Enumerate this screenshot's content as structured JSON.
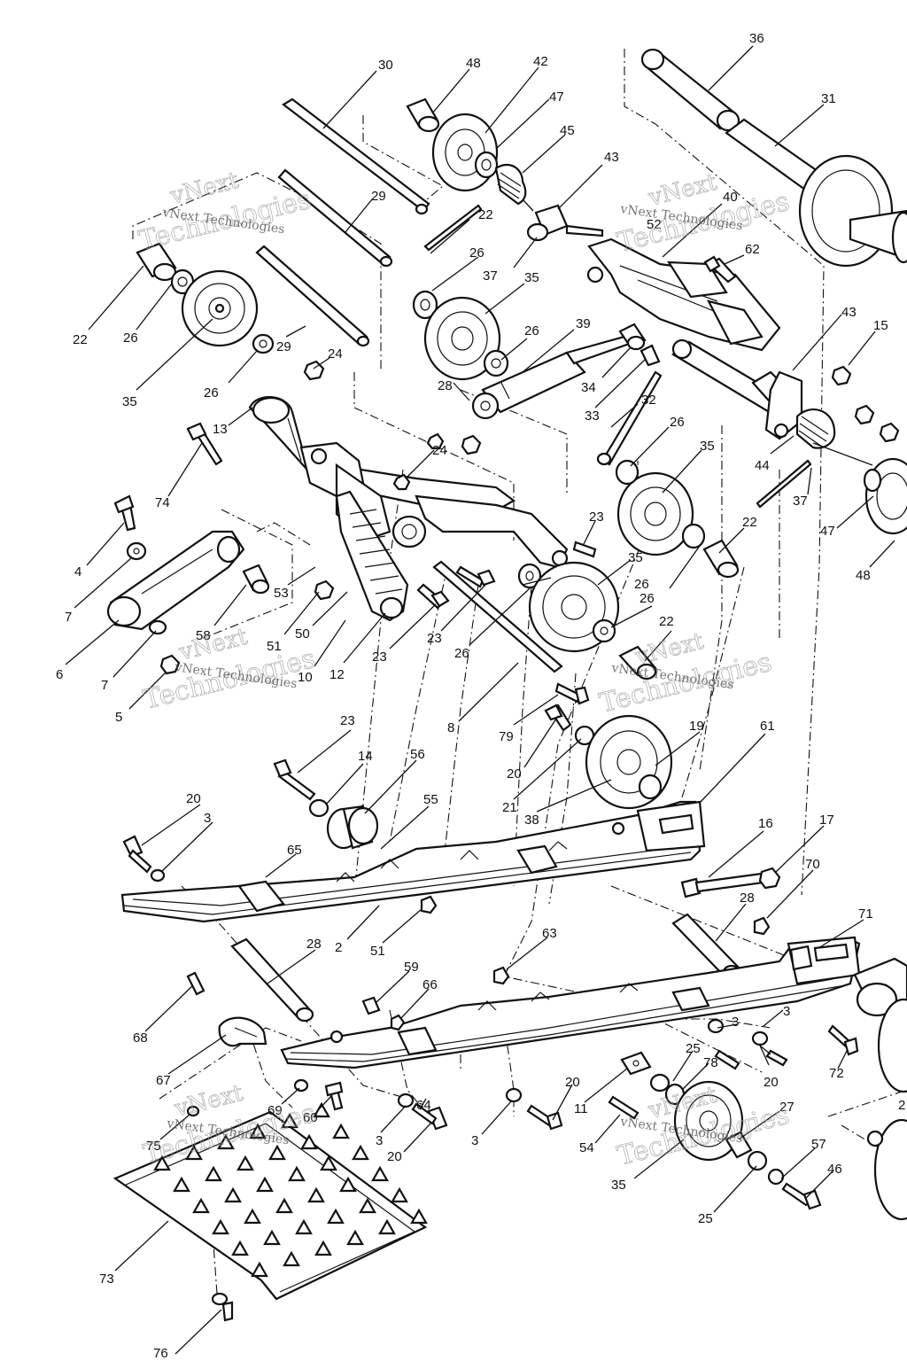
{
  "watermark": {
    "line1": "vNext",
    "line2": "Technologies",
    "caption": "vNext Technologies"
  },
  "callouts": [
    {
      "id": "c30",
      "label": "30"
    },
    {
      "id": "c48a",
      "label": "48"
    },
    {
      "id": "c42",
      "label": "42"
    },
    {
      "id": "c36",
      "label": "36"
    },
    {
      "id": "c31",
      "label": "31"
    },
    {
      "id": "c47a",
      "label": "47"
    },
    {
      "id": "c45",
      "label": "45"
    },
    {
      "id": "c43a",
      "label": "43"
    },
    {
      "id": "c29a",
      "label": "29"
    },
    {
      "id": "c22a",
      "label": "22"
    },
    {
      "id": "c40",
      "label": "40"
    },
    {
      "id": "c52",
      "label": "52"
    },
    {
      "id": "c26a",
      "label": "26"
    },
    {
      "id": "c37a",
      "label": "37"
    },
    {
      "id": "c35a",
      "label": "35"
    },
    {
      "id": "c62",
      "label": "62"
    },
    {
      "id": "c22b",
      "label": "22"
    },
    {
      "id": "c26b",
      "label": "26"
    },
    {
      "id": "c29b",
      "label": "29"
    },
    {
      "id": "c43b",
      "label": "43"
    },
    {
      "id": "c26c",
      "label": "26"
    },
    {
      "id": "c39",
      "label": "39"
    },
    {
      "id": "c15",
      "label": "15"
    },
    {
      "id": "c24a",
      "label": "24"
    },
    {
      "id": "c26d",
      "label": "26"
    },
    {
      "id": "c35b",
      "label": "35"
    },
    {
      "id": "c28a",
      "label": "28"
    },
    {
      "id": "c34",
      "label": "34"
    },
    {
      "id": "c33",
      "label": "33"
    },
    {
      "id": "c32",
      "label": "32"
    },
    {
      "id": "c13",
      "label": "13"
    },
    {
      "id": "c26e",
      "label": "26"
    },
    {
      "id": "c35c",
      "label": "35"
    },
    {
      "id": "c24b",
      "label": "24"
    },
    {
      "id": "c44",
      "label": "44"
    },
    {
      "id": "c37b",
      "label": "37"
    },
    {
      "id": "c74",
      "label": "74"
    },
    {
      "id": "c47b",
      "label": "47"
    },
    {
      "id": "c23a",
      "label": "23"
    },
    {
      "id": "c22c",
      "label": "22"
    },
    {
      "id": "c4",
      "label": "4"
    },
    {
      "id": "c48b",
      "label": "48"
    },
    {
      "id": "c35d",
      "label": "35"
    },
    {
      "id": "c26f",
      "label": "26"
    },
    {
      "id": "c53",
      "label": "53"
    },
    {
      "id": "c26g",
      "label": "26"
    },
    {
      "id": "c7a",
      "label": "7"
    },
    {
      "id": "c58",
      "label": "58"
    },
    {
      "id": "c51a",
      "label": "51"
    },
    {
      "id": "c50",
      "label": "50"
    },
    {
      "id": "c23b",
      "label": "23"
    },
    {
      "id": "c26h",
      "label": "26"
    },
    {
      "id": "c22d",
      "label": "22"
    },
    {
      "id": "c6",
      "label": "6"
    },
    {
      "id": "c7b",
      "label": "7"
    },
    {
      "id": "c10",
      "label": "10"
    },
    {
      "id": "c12",
      "label": "12"
    },
    {
      "id": "c23c",
      "label": "23"
    },
    {
      "id": "c5",
      "label": "5"
    },
    {
      "id": "c8",
      "label": "8"
    },
    {
      "id": "c79",
      "label": "79"
    },
    {
      "id": "c23d",
      "label": "23"
    },
    {
      "id": "c19",
      "label": "19"
    },
    {
      "id": "c61",
      "label": "61"
    },
    {
      "id": "c14",
      "label": "14"
    },
    {
      "id": "c56",
      "label": "56"
    },
    {
      "id": "c20a",
      "label": "20"
    },
    {
      "id": "c21",
      "label": "21"
    },
    {
      "id": "c55",
      "label": "55"
    },
    {
      "id": "c38",
      "label": "38"
    },
    {
      "id": "c20b",
      "label": "20"
    },
    {
      "id": "c3a",
      "label": "3"
    },
    {
      "id": "c65",
      "label": "65"
    },
    {
      "id": "c16",
      "label": "16"
    },
    {
      "id": "c17",
      "label": "17"
    },
    {
      "id": "c70",
      "label": "70"
    },
    {
      "id": "c28b",
      "label": "28"
    },
    {
      "id": "c71",
      "label": "71"
    },
    {
      "id": "c2",
      "label": "2"
    },
    {
      "id": "c51b",
      "label": "51"
    },
    {
      "id": "c63",
      "label": "63"
    },
    {
      "id": "c28c",
      "label": "28"
    },
    {
      "id": "c59",
      "label": "59"
    },
    {
      "id": "c66",
      "label": "66"
    },
    {
      "id": "c3b",
      "label": "3"
    },
    {
      "id": "c68",
      "label": "68"
    },
    {
      "id": "c3c",
      "label": "3"
    },
    {
      "id": "c25a",
      "label": "25"
    },
    {
      "id": "c78",
      "label": "78"
    },
    {
      "id": "c72",
      "label": "72"
    },
    {
      "id": "c20c",
      "label": "20"
    },
    {
      "id": "c67",
      "label": "67"
    },
    {
      "id": "c11",
      "label": "11"
    },
    {
      "id": "c20d",
      "label": "20"
    },
    {
      "id": "c69",
      "label": "69"
    },
    {
      "id": "c60",
      "label": "60"
    },
    {
      "id": "c64",
      "label": "64"
    },
    {
      "id": "c27",
      "label": "27"
    },
    {
      "id": "c3d",
      "label": "3"
    },
    {
      "id": "c3e",
      "label": "3"
    },
    {
      "id": "c75",
      "label": "75"
    },
    {
      "id": "c54",
      "label": "54"
    },
    {
      "id": "c20e",
      "label": "20"
    },
    {
      "id": "c57",
      "label": "57"
    },
    {
      "id": "c46",
      "label": "46"
    },
    {
      "id": "c35e",
      "label": "35"
    },
    {
      "id": "c25b",
      "label": "25"
    },
    {
      "id": "c73",
      "label": "73"
    },
    {
      "id": "c76",
      "label": "76"
    },
    {
      "id": "c2b",
      "label": "2"
    }
  ]
}
